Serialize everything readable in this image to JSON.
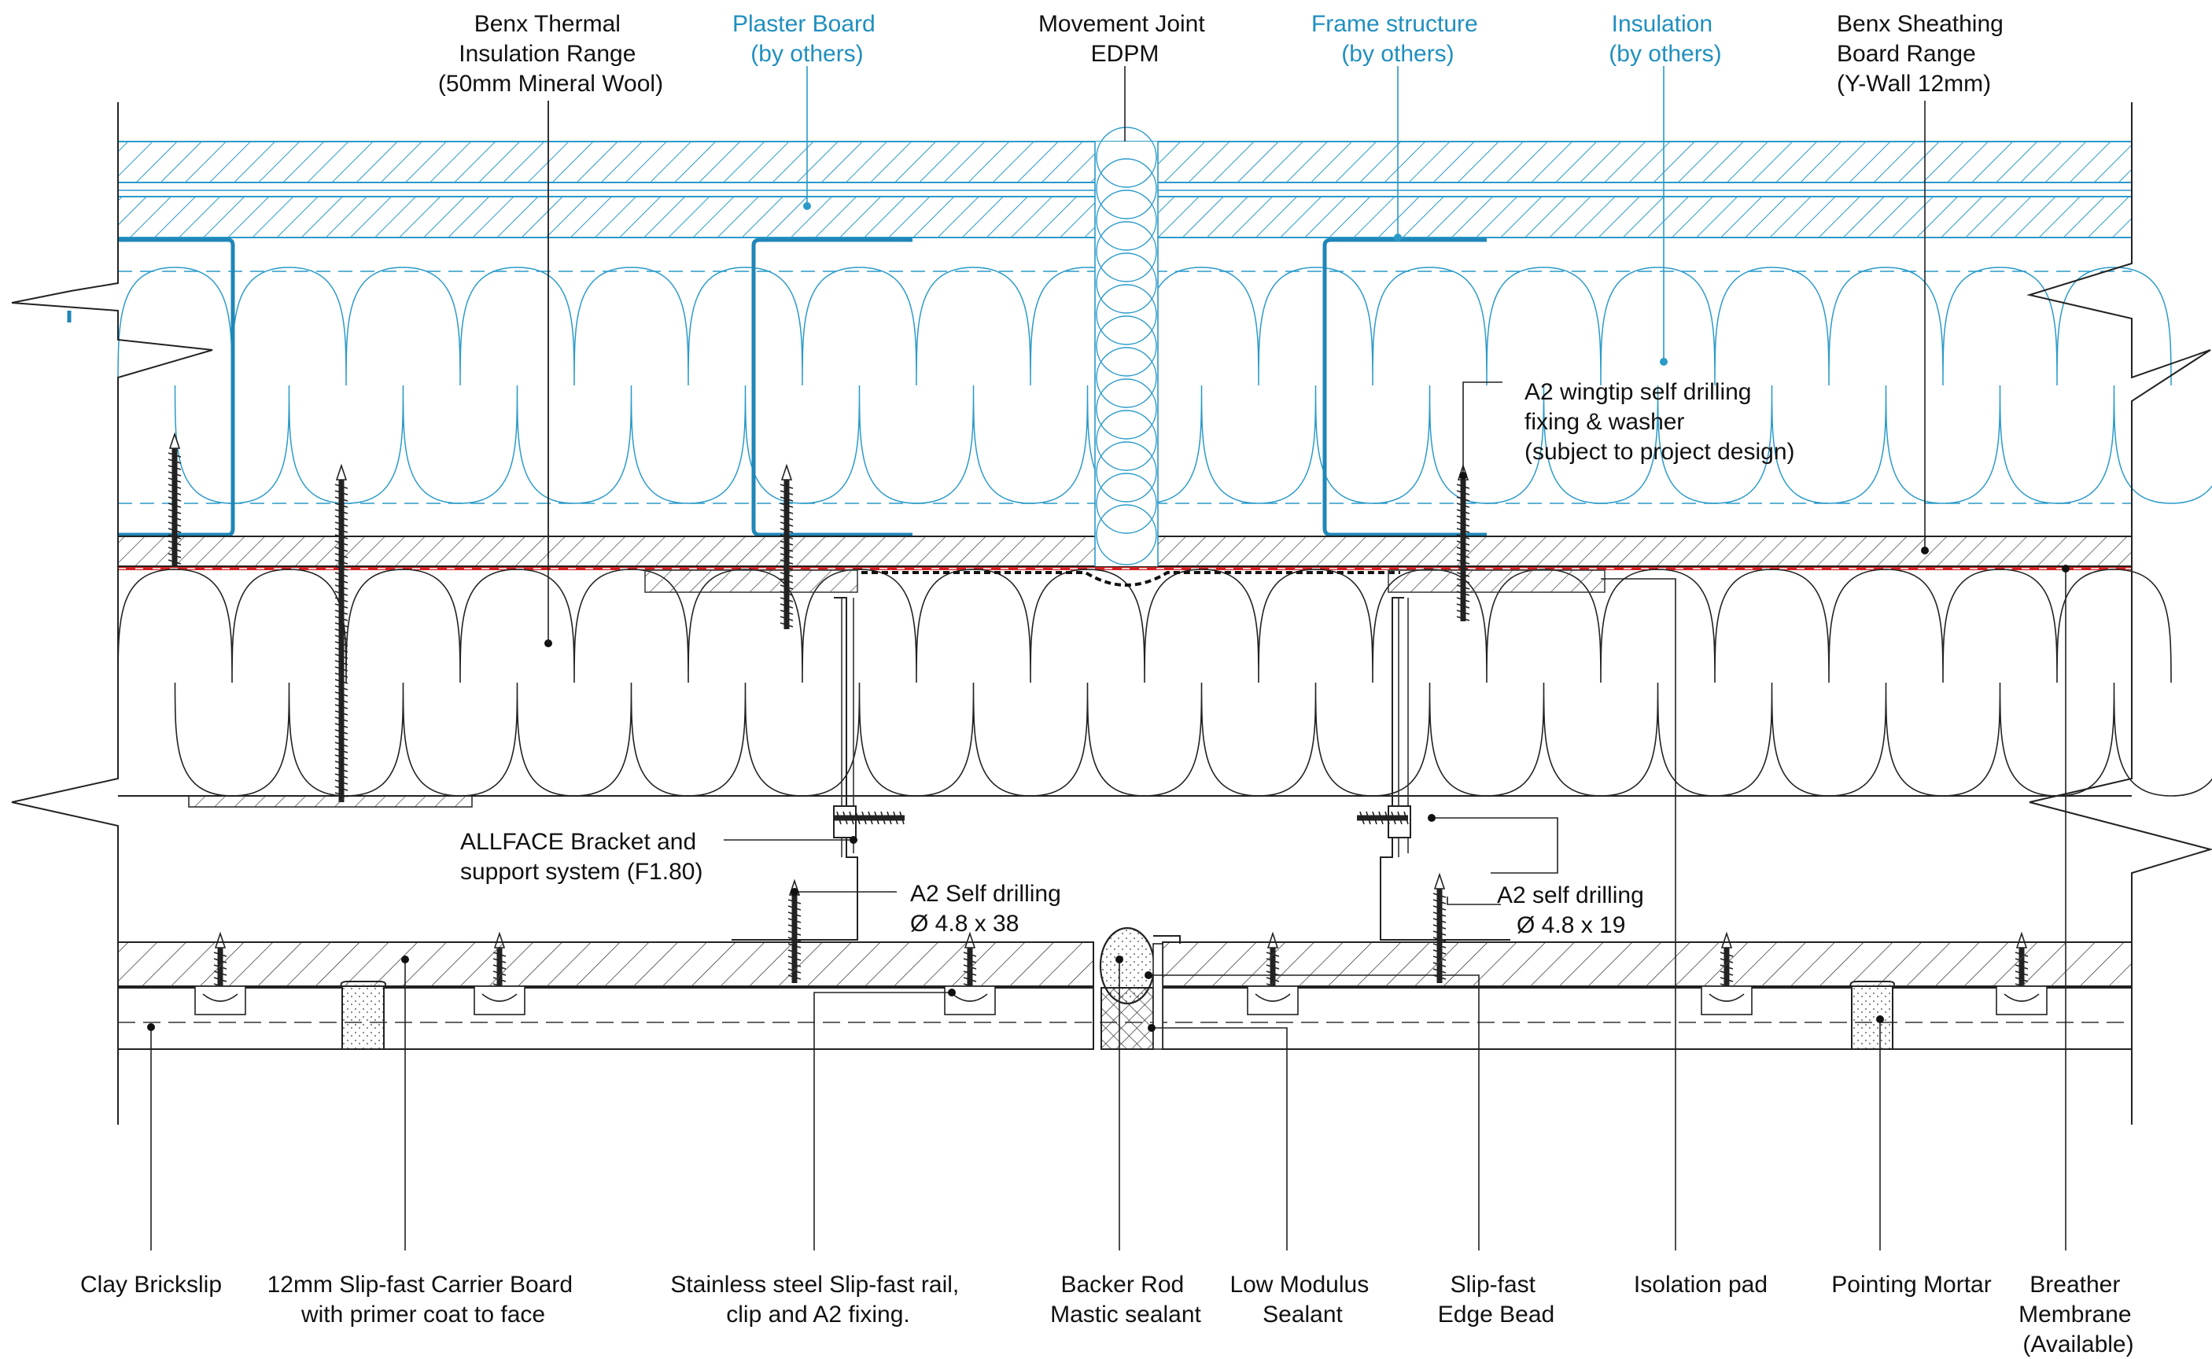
{
  "labels_top": [
    {
      "id": "benx-thermal",
      "lines": [
        "Benx Thermal",
        "Insulation Range",
        "(50mm Mineral Wool)"
      ],
      "color": "#111111"
    },
    {
      "id": "plaster-board",
      "lines": [
        "Plaster Board",
        "(by others)"
      ],
      "color": "#1f8fbf"
    },
    {
      "id": "movement-joint",
      "lines": [
        "Movement Joint",
        "EDPM"
      ],
      "color": "#111111"
    },
    {
      "id": "frame-structure",
      "lines": [
        "Frame structure",
        "(by others)"
      ],
      "color": "#1f8fbf"
    },
    {
      "id": "insulation",
      "lines": [
        "Insulation",
        "(by others)"
      ],
      "color": "#1f8fbf"
    },
    {
      "id": "benx-sheathing",
      "lines": [
        "Benx Sheathing",
        "Board Range",
        "(Y-Wall 12mm)"
      ],
      "color": "#111111"
    }
  ],
  "labels_middle": [
    {
      "id": "wingtip",
      "lines": [
        "A2 wingtip self drilling",
        "fixing & washer",
        "(subject to project design)"
      ]
    },
    {
      "id": "allface",
      "lines": [
        "ALLFACE Bracket and",
        "support system (F1.80)"
      ]
    },
    {
      "id": "self-drilling-38",
      "lines": [
        "A2 Self drilling",
        "Ø 4.8 x 38"
      ]
    },
    {
      "id": "self-drilling-19",
      "lines": [
        "A2 self drilling",
        "Ø 4.8 x 19"
      ]
    }
  ],
  "labels_bottom": [
    {
      "id": "clay-brickslip",
      "lines": [
        "Clay Brickslip"
      ]
    },
    {
      "id": "carrier-board",
      "lines": [
        "12mm Slip-fast Carrier Board",
        "with primer coat to face"
      ]
    },
    {
      "id": "stainless-rail",
      "lines": [
        "Stainless steel Slip-fast rail,",
        "clip and A2 fixing."
      ]
    },
    {
      "id": "backer-rod",
      "lines": [
        "Backer Rod",
        "Mastic sealant"
      ]
    },
    {
      "id": "low-modulus",
      "lines": [
        "Low Modulus",
        "Sealant"
      ]
    },
    {
      "id": "edge-bead",
      "lines": [
        "Slip-fast",
        "Edge Bead"
      ]
    },
    {
      "id": "isolation-pad",
      "lines": [
        "Isolation pad"
      ]
    },
    {
      "id": "pointing-mortar",
      "lines": [
        "Pointing Mortar"
      ]
    },
    {
      "id": "breather-membrane",
      "lines": [
        "Breather",
        "Membrane",
        "(Available)"
      ]
    }
  ],
  "colors": {
    "ink": "#111111",
    "annotation_blue": "#1f8fbf",
    "structure_blue": "#1f86b8",
    "membrane_red": "#d42020"
  }
}
